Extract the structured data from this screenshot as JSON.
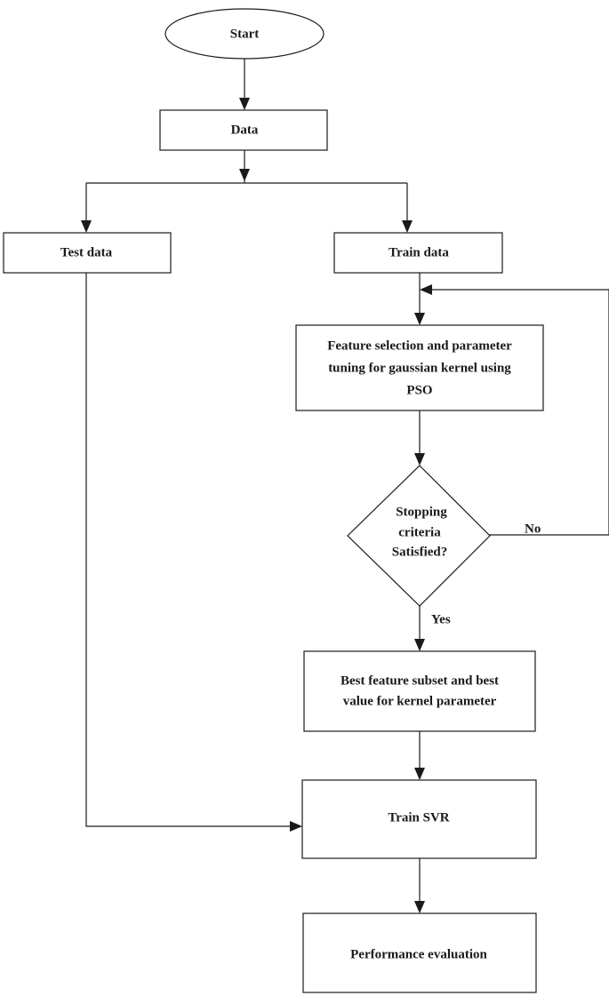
{
  "nodes": {
    "start": {
      "label": "Start"
    },
    "data": {
      "label": "Data"
    },
    "test_data": {
      "label": "Test data"
    },
    "train_data": {
      "label": "Train data"
    },
    "feature_selection": {
      "lines": [
        "Feature selection and parameter",
        "tuning for gaussian kernel using",
        "PSO"
      ]
    },
    "stopping_criteria": {
      "lines": [
        "Stopping",
        "criteria",
        "Satisfied?"
      ]
    },
    "best_feature": {
      "lines": [
        "Best feature subset and best",
        "value for kernel parameter"
      ]
    },
    "train_svr": {
      "label": "Train SVR"
    },
    "performance": {
      "label": "Performance evaluation"
    }
  },
  "edges": {
    "no_label": "No",
    "yes_label": "Yes"
  }
}
